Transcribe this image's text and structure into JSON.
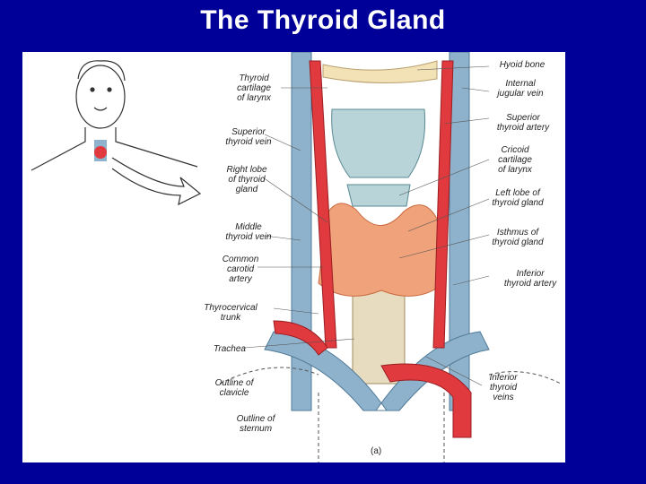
{
  "slide": {
    "title": "The Thyroid Gland",
    "background": "#000099",
    "title_color": "#ffffff"
  },
  "figure": {
    "panel_label": "(a)",
    "colors": {
      "artery": "#e03a3e",
      "vein": "#8fb2cc",
      "thyroid": "#f0a27a",
      "cartilage": "#b8d4d8",
      "hyoid": "#f2e2b5"
    },
    "labels_left": {
      "thyroid_cartilage": "Thyroid\ncartilage\nof larynx",
      "superior_thyroid_vein": "Superior\nthyroid vein",
      "right_lobe": "Right lobe\nof thyroid\ngland",
      "middle_thyroid_vein": "Middle\nthyroid vein",
      "common_carotid": "Common\ncarotid\nartery",
      "thyrocervical_trunk": "Thyrocervical\ntrunk",
      "trachea": "Trachea",
      "outline_clavicle": "Outline of\nclavicle",
      "outline_sternum": "Outline of\nsternum"
    },
    "labels_right": {
      "hyoid_bone": "Hyoid bone",
      "internal_jugular": "Internal\njugular vein",
      "superior_thyroid_artery": "Superior\nthyroid artery",
      "cricoid_cartilage": "Cricoid\ncartilage\nof larynx",
      "left_lobe": "Left lobe of\nthyroid gland",
      "isthmus": "Isthmus of\nthyroid gland",
      "inferior_thyroid_artery": "Inferior\nthyroid artery",
      "inferior_thyroid_veins": "Inferior\nthyroid\nveins"
    }
  }
}
